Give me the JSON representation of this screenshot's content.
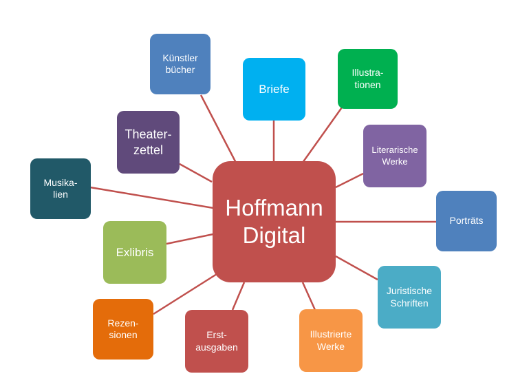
{
  "center": {
    "label": "Hoffmann\nDigital",
    "color": "#c0504d"
  },
  "connector_color": "#c0504d",
  "nodes": [
    {
      "id": "kuenstlerbuecher",
      "label": "Künstler\nbücher",
      "color": "#4f81bd"
    },
    {
      "id": "briefe",
      "label": "Briefe",
      "color": "#00b0f0"
    },
    {
      "id": "illustrationen",
      "label": "Illustra-\ntionen",
      "color": "#00b050"
    },
    {
      "id": "literarische-werke",
      "label": "Literarische\nWerke",
      "color": "#8064a2"
    },
    {
      "id": "portraets",
      "label": "Porträts",
      "color": "#4f81bd"
    },
    {
      "id": "juristische-schriften",
      "label": "Juristische\nSchriften",
      "color": "#4bacc6"
    },
    {
      "id": "illustrierte-werke",
      "label": "Illustrierte\nWerke",
      "color": "#f79646"
    },
    {
      "id": "erstausgaben",
      "label": "Erst-\nausgaben",
      "color": "#c0504d"
    },
    {
      "id": "rezensionen",
      "label": "Rezen-\nsionen",
      "color": "#e46c0a"
    },
    {
      "id": "exlibris",
      "label": "Exlibris",
      "color": "#9bbb59"
    },
    {
      "id": "musikalien",
      "label": "Musika-\nlien",
      "color": "#215968"
    },
    {
      "id": "theaterzettel",
      "label": "Theater-\nzettel",
      "color": "#604a7b"
    }
  ]
}
